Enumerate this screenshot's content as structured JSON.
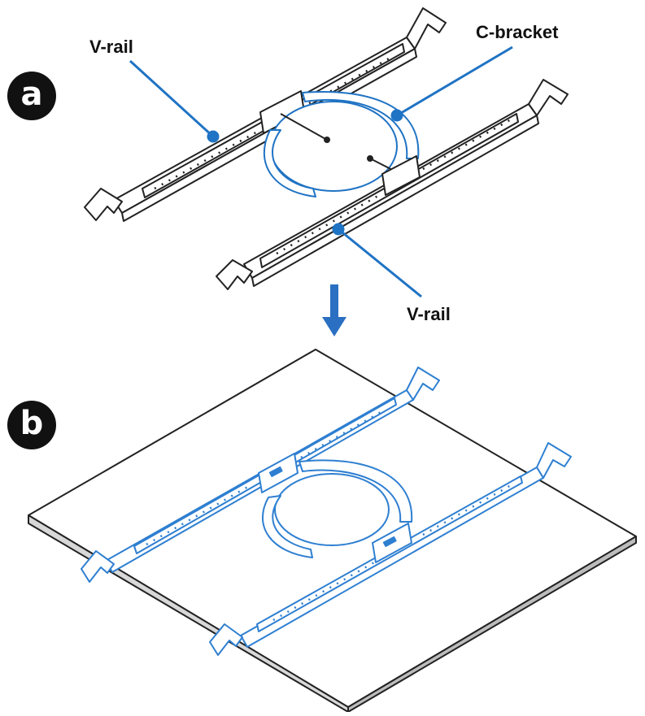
{
  "labels": {
    "vrail_top": "V-rail",
    "c_bracket": "C-bracket",
    "vrail_bottom": "V-rail"
  },
  "steps": {
    "a": "a",
    "b": "b"
  },
  "colors": {
    "callout_blue": "#1f73c4",
    "outline_black": "#222222",
    "installed_blue": "#2e7fd1",
    "arrow_blue": "#2a6fc2",
    "badge_bg": "#111111"
  },
  "icons": {
    "step_arrow": "arrow-down-icon"
  }
}
